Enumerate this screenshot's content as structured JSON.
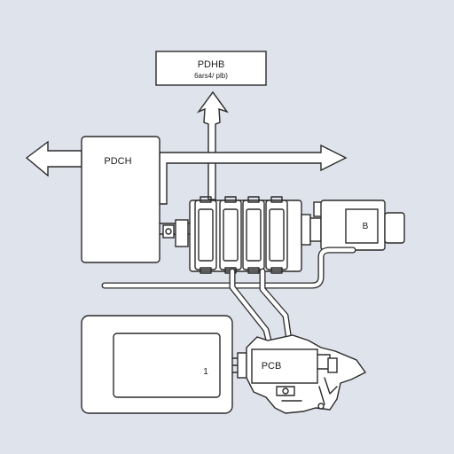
{
  "diagram": {
    "top_box": {
      "title": "PDHB",
      "subtitle": "6ars4/ plb)"
    },
    "left_box": {
      "label": "PDCH"
    },
    "right_box": {
      "label": "B"
    },
    "bottom_left_box": {
      "label": "1"
    },
    "bottom_right_box": {
      "label": "PCB"
    }
  },
  "colors": {
    "background": "#dfe3ec",
    "line": "#2a2a2a",
    "fill": "#ffffff"
  }
}
